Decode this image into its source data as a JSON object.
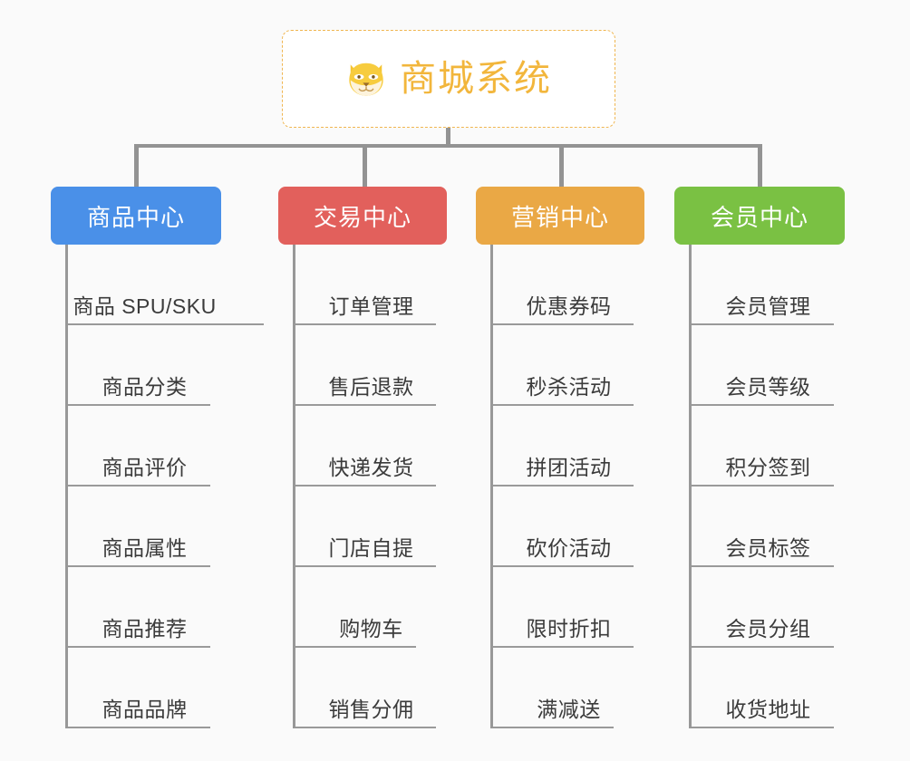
{
  "root": {
    "title": "商城系统",
    "icon": "dog-face-icon",
    "border_color": "#f0b650",
    "text_color": "#f2b63c",
    "background": "#ffffff"
  },
  "canvas": {
    "background": "#fafafa",
    "connector_color": "#939393"
  },
  "columns": [
    {
      "header": "商品中心",
      "color": "#4a90e8",
      "items": [
        "商品 SPU/SKU",
        "商品分类",
        "商品评价",
        "商品属性",
        "商品推荐",
        "商品品牌"
      ]
    },
    {
      "header": "交易中心",
      "color": "#e2605c",
      "items": [
        "订单管理",
        "售后退款",
        "快递发货",
        "门店自提",
        "购物车",
        "销售分佣"
      ]
    },
    {
      "header": "营销中心",
      "color": "#eaa845",
      "items": [
        "优惠券码",
        "秒杀活动",
        "拼团活动",
        "砍价活动",
        "限时折扣",
        "满减送"
      ]
    },
    {
      "header": "会员中心",
      "color": "#7ac143",
      "items": [
        "会员管理",
        "会员等级",
        "积分签到",
        "会员标签",
        "会员分组",
        "收货地址"
      ]
    }
  ]
}
